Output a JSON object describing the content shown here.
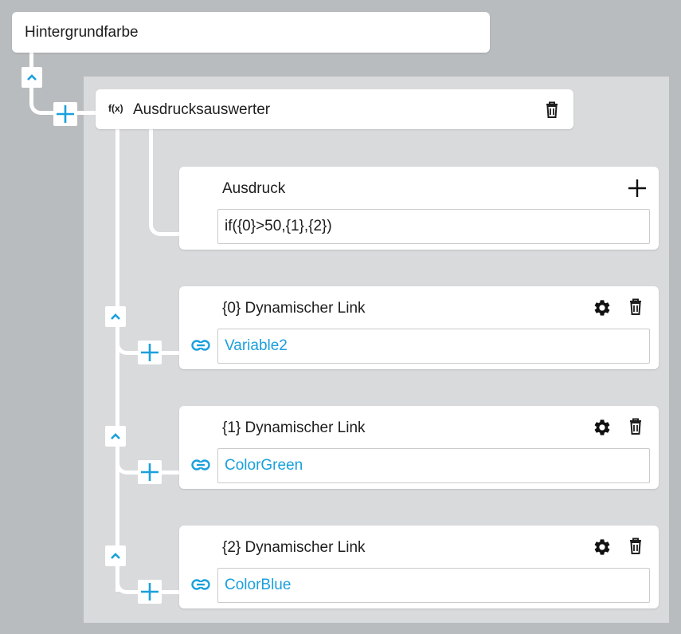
{
  "root": {
    "title": "Hintergrundfarbe"
  },
  "evaluator": {
    "icon_text": "f(x)",
    "title": "Ausdrucksauswerter"
  },
  "expression": {
    "label": "Ausdruck",
    "value": "if({0}>50,{1},{2})"
  },
  "links": [
    {
      "title": "{0} Dynamischer Link",
      "value": "Variable2"
    },
    {
      "title": "{1} Dynamischer Link",
      "value": "ColorGreen"
    },
    {
      "title": "{2} Dynamischer Link",
      "value": "ColorBlue"
    }
  ],
  "colors": {
    "accent": "#1aa0dd",
    "panel": "#d8dadc",
    "background": "#b9bcbf"
  }
}
